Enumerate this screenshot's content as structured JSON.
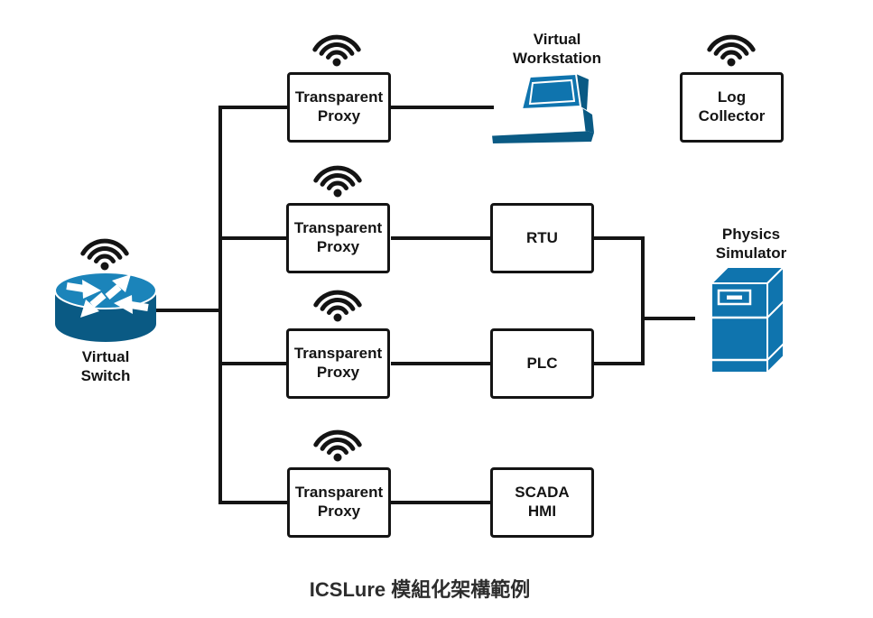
{
  "caption": "ICSLure 模組化架構範例",
  "colors": {
    "device_blue": "#0f74ae",
    "device_blue_light": "#1b84ba",
    "device_blue_dark": "#0a5a84",
    "line": "#141414"
  },
  "icons": {
    "wifi": "wifi-icon",
    "virtual_switch": "router-switch-icon",
    "virtual_workstation": "laptop-icon",
    "physics_simulator": "server-tower-icon"
  },
  "nodes": {
    "virtual_switch": {
      "label": "Virtual\nSwitch"
    },
    "proxies": [
      {
        "label": "Transparent\nProxy"
      },
      {
        "label": "Transparent\nProxy"
      },
      {
        "label": "Transparent\nProxy"
      },
      {
        "label": "Transparent\nProxy"
      }
    ],
    "virtual_workstation": {
      "label": "Virtual\nWorkstation"
    },
    "log_collector": {
      "label": "Log\nCollector"
    },
    "rtu": {
      "label": "RTU"
    },
    "plc": {
      "label": "PLC"
    },
    "scada_hmi": {
      "label": "SCADA\nHMI"
    },
    "physics_simulator": {
      "label": "Physics\nSimulator"
    }
  }
}
